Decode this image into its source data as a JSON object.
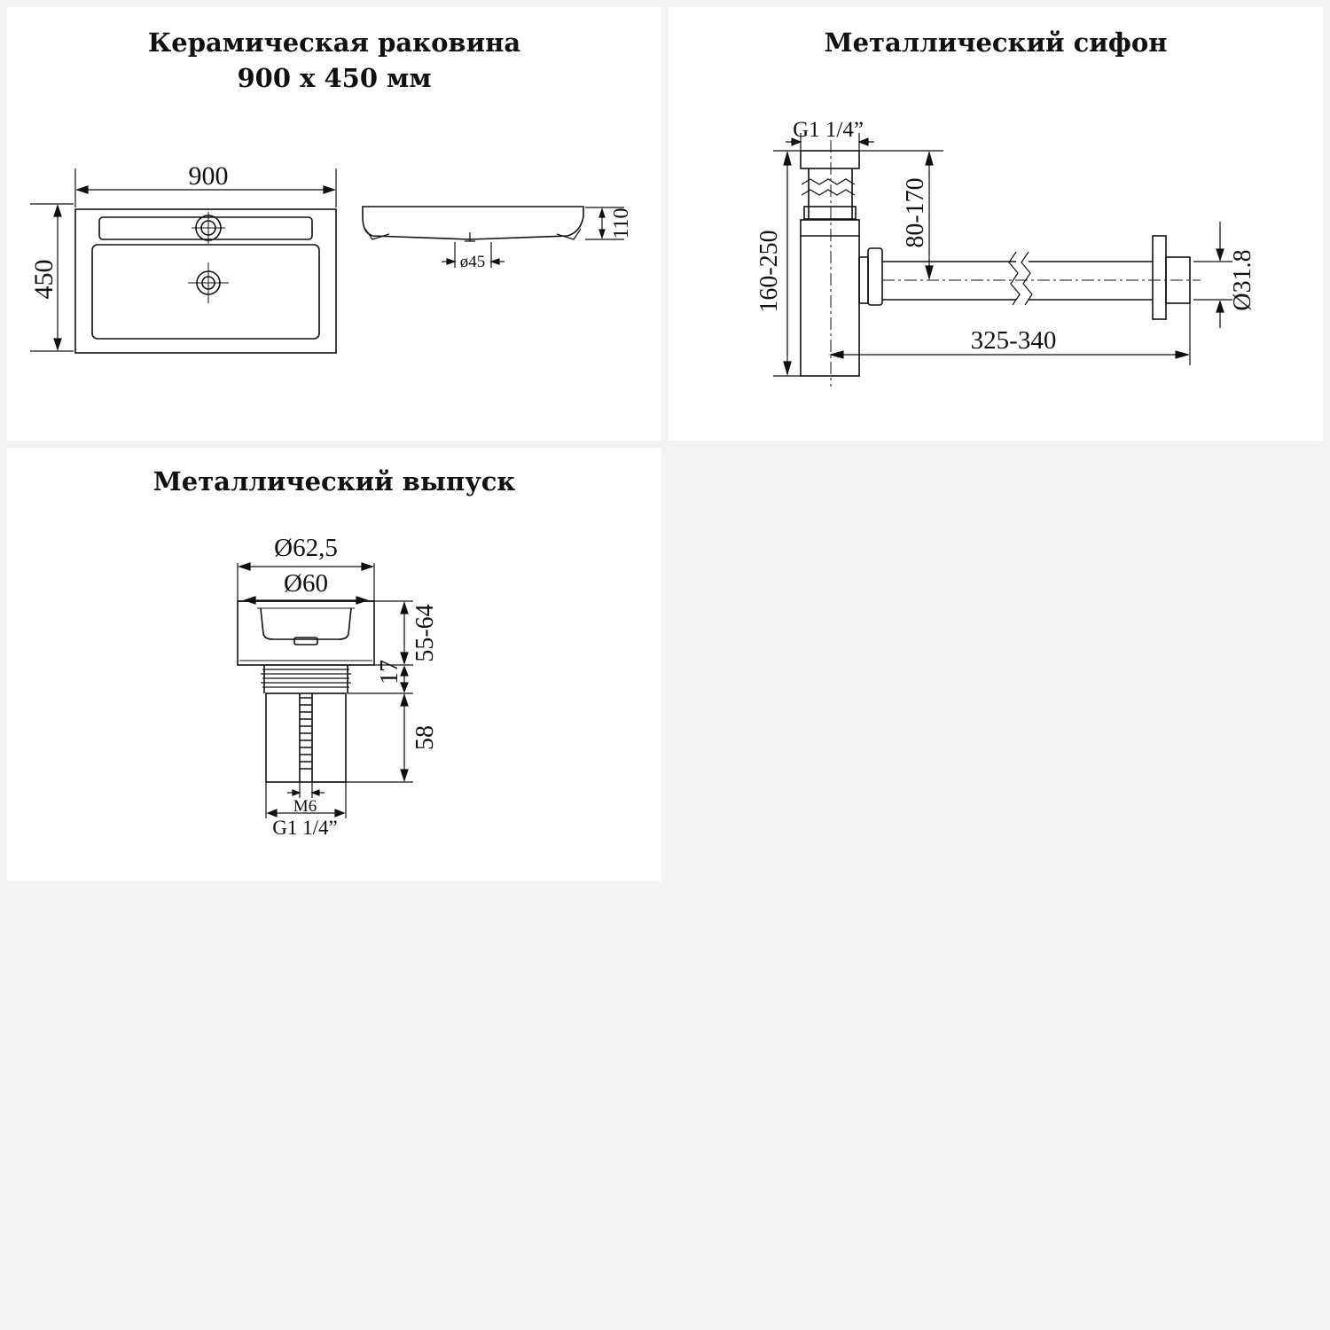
{
  "colors": {
    "background": "#f3f3f3",
    "panel": "#ffffff",
    "line": "#111111"
  },
  "basin": {
    "title_line1": "Керамическая раковина",
    "title_line2": "900 х 450 мм",
    "dim_width": "900",
    "dim_depth": "450",
    "dim_height": "110",
    "dim_drain": "ø45"
  },
  "siphon": {
    "title": "Металлический сифон",
    "dim_thread": "G1 1/4”",
    "dim_total_height": "160-250",
    "dim_adjust": "80-170",
    "dim_pipe": "Ø31.8",
    "dim_length": "325-340"
  },
  "outlet": {
    "title": "Металлический выпуск",
    "dim_outer": "Ø62,5",
    "dim_inner": "Ø60",
    "dim_height": "55-64",
    "dim_flange": "17",
    "dim_body": "58",
    "dim_screw": "M6",
    "dim_thread": "G1 1/4”"
  }
}
